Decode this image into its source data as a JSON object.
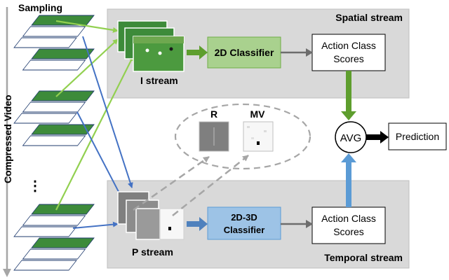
{
  "sampling_label": "Sampling",
  "video_label": "Compressed Video",
  "ellipsis": "⋮",
  "spatial": {
    "title": "Spatial stream",
    "stream_label": "I stream",
    "classifier": "2D Classifier",
    "scores_line1": "Action Class",
    "scores_line2": "Scores"
  },
  "temporal": {
    "title": "Temporal stream",
    "stream_label": "P stream",
    "classifier_line1": "2D-3D",
    "classifier_line2": "Classifier",
    "scores_line1": "Action Class",
    "scores_line2": "Scores"
  },
  "residual_label": "R",
  "mv_label": "MV",
  "avg_label": "AVG",
  "prediction_label": "Prediction",
  "colors": {
    "panel": "#d9d9d9",
    "green_arrow": "#92d050",
    "dark_green": "#5e9e2e",
    "blue_arrow": "#4472c4",
    "classifier_green": "#a9d18e",
    "classifier_blue": "#9dc3e6",
    "field_green": "#3d8b3a"
  }
}
